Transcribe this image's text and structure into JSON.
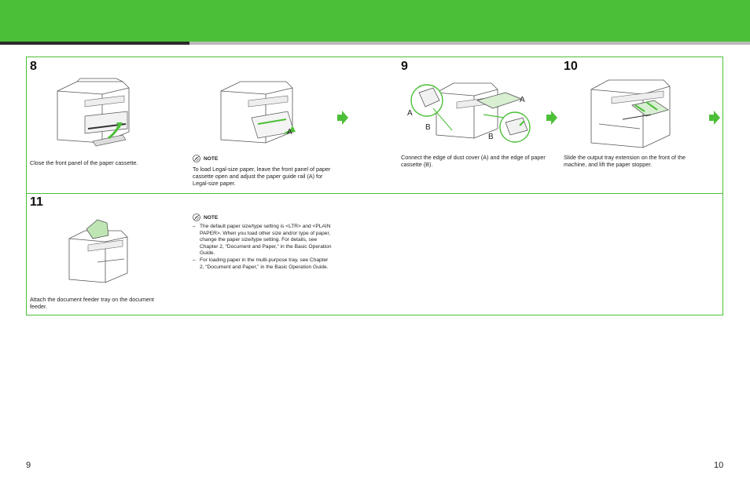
{
  "colors": {
    "accent": "#4cbf38",
    "dark_rule": "#2b2b2b",
    "light_rule": "#b9b9b9"
  },
  "steps": {
    "s8": {
      "number": "8",
      "caption": "Close the front panel of the paper cassette."
    },
    "s8note": {
      "heading": "NOTE",
      "text": "To load Legal-size paper, leave the front panel of paper cassette open and adjust the paper guide rail (A) for Legal-size paper.",
      "label_a": "A"
    },
    "s9": {
      "number": "9",
      "caption": "Connect the edge of dust cover (A) and the edge of paper cassette (B).",
      "label_a": "A",
      "label_b": "B"
    },
    "s10": {
      "number": "10",
      "caption": "Slide the output tray extension on the front of the machine, and lift the paper stopper."
    },
    "s11": {
      "number": "11",
      "caption": "Attach the document feeder tray on the document feeder."
    },
    "s11note": {
      "heading": "NOTE",
      "items": [
        "The default paper size/type setting is <LTR> and <PLAIN PAPER>. When you load other size and/or type of paper, change the paper size/type setting. For details, see Chapter 2, “Document and Paper,” in the Basic Operation Guide.",
        "For loading paper in the multi-purpose tray, see Chapter 2, “Document and Paper,” in the Basic Operation Guide."
      ]
    }
  },
  "icons": {
    "next_arrow": "right-arrow-icon",
    "note": "note-icon"
  },
  "page_numbers": {
    "left": "9",
    "right": "10"
  }
}
